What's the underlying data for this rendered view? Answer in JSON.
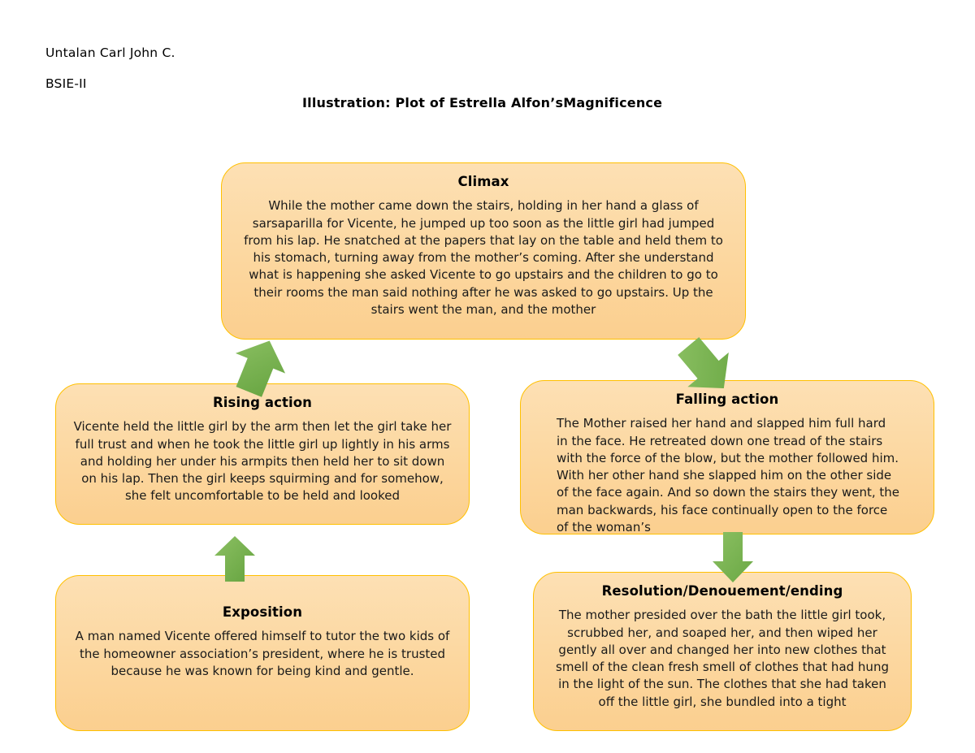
{
  "header": {
    "author_name": "Untalan Carl John C.",
    "author_section": "BSIE-II",
    "diagram_title": "Illustration:  Plot of Estrella Alfon’sMagnificence"
  },
  "colors": {
    "box_fill_light": "#FDE0B4",
    "box_fill_dark": "#FBCF8F",
    "box_border": "#FFC000",
    "arrow_green": "#70AD47",
    "arrow_green_light": "#8CC063",
    "text": "#000000",
    "page_background": "#FFFFFF"
  },
  "diagram": {
    "type": "plot-diagram",
    "stages": [
      {
        "id": "climax",
        "title": "Climax",
        "align": "center",
        "body": "While the mother came down the stairs, holding in her hand a glass of sarsaparilla for Vicente, he jumped up too soon as the little girl had jumped from his lap. He snatched at the papers that lay on the table and held them to his stomach, turning away from the mother’s coming. After she understand what is happening she asked Vicente to go upstairs and the children to go to their rooms the man said nothing after he was asked to go upstairs. Up the stairs went the man, and the mother"
      },
      {
        "id": "rising-action",
        "title": "Rising action",
        "align": "center",
        "body": "Vicente held the little girl by the arm then let the girl take her full trust and when he took the little girl up lightly in his arms and holding her under his armpits then held her to sit down on his lap. Then the girl keeps squirming and for somehow, she felt uncomfortable to be held and looked"
      },
      {
        "id": "falling-action",
        "title": "Falling action",
        "align": "left",
        "body": "The Mother raised her hand and slapped him full hard in the face. He retreated down one tread of the stairs with the force of the blow, but the mother followed him. With her other hand she slapped him on the other side of the face again. And so down the stairs they went, the man backwards, his face continually open to the force of the woman’s"
      },
      {
        "id": "exposition",
        "title": "Exposition",
        "align": "center",
        "body": "A man named Vicente offered himself to tutor the two kids of the homeowner association’s president, where he is trusted because he was known for being kind and gentle."
      },
      {
        "id": "resolution",
        "title": "Resolution/Denouement/ending",
        "align": "center",
        "body": "The mother presided over the bath the little girl took, scrubbed her, and soaped her, and then wiped her gently all over and changed her into new clothes that smell of the clean fresh smell of clothes that had hung in the light of the sun. The clothes that she had taken off the little girl, she bundled into a tight"
      }
    ],
    "arrows": [
      {
        "id": "exposition-to-rising",
        "direction": "up",
        "from": "exposition",
        "to": "rising-action"
      },
      {
        "id": "rising-to-climax",
        "direction": "up-right",
        "from": "rising-action",
        "to": "climax"
      },
      {
        "id": "climax-to-falling",
        "direction": "down-right",
        "from": "climax",
        "to": "falling-action"
      },
      {
        "id": "falling-to-resolution",
        "direction": "down",
        "from": "falling-action",
        "to": "resolution"
      }
    ]
  }
}
